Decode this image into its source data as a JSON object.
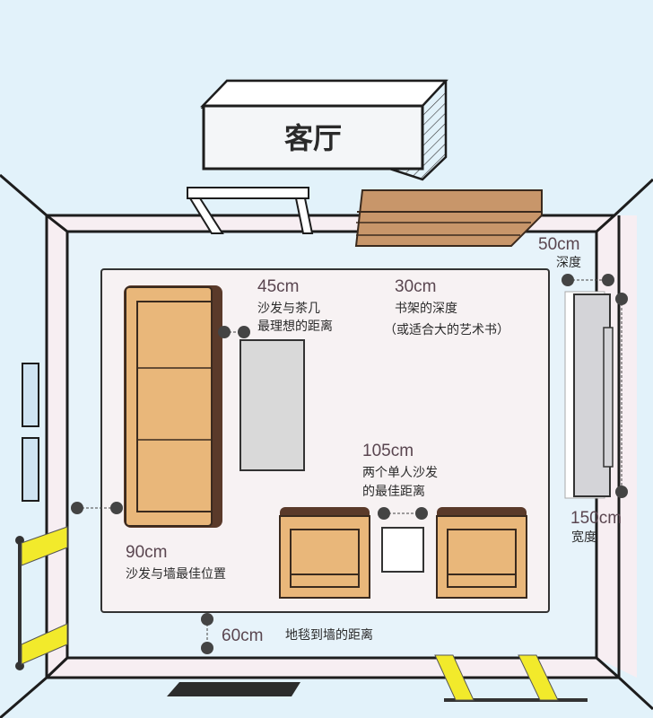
{
  "title": "客厅",
  "annotations": {
    "sofa_table": {
      "value": "45cm",
      "line1": "沙发与茶几",
      "line2": "最理想的距离"
    },
    "shelf": {
      "value": "30cm",
      "line1": "书架的深度",
      "line2": "（或适合大的艺术书）"
    },
    "tv_depth": {
      "value": "50cm",
      "line1": "深度"
    },
    "tv_width": {
      "value": "150cm",
      "line1": "宽度"
    },
    "chairs": {
      "value": "105cm",
      "line1": "两个单人沙发",
      "line2": "的最佳距离"
    },
    "sofa_wall": {
      "value": "90cm",
      "line1": "沙发与墙最佳位置"
    },
    "rug_wall": {
      "value": "60cm",
      "line1": "地毯到墙的距离"
    }
  },
  "colors": {
    "background": "#e2f2fa",
    "furniture": "#e9b77a",
    "wood": "#c8966a",
    "accent": "#f2ea2b"
  }
}
